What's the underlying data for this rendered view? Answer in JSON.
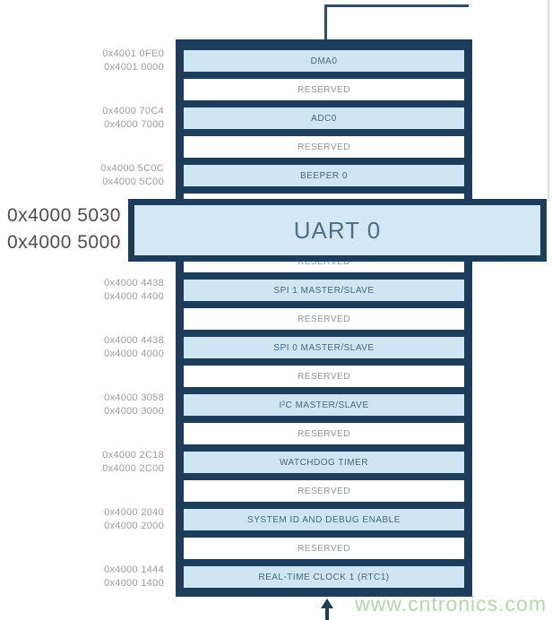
{
  "diagram": {
    "type": "memory-map",
    "colors": {
      "frame": "#1d3d5c",
      "peripheral_fill": "#cee6f2",
      "reserved_fill": "#ffffff",
      "callout_fill": "#d2e8f4",
      "address_text": "#9c9c9c",
      "watermark_green": "#b3d8a9"
    },
    "rows": [
      {
        "type": "peripheral",
        "label": "DMA0",
        "addresses": [
          "0x4001 0FE0",
          "0x4001 0000"
        ]
      },
      {
        "type": "reserved",
        "label": "RESERVED"
      },
      {
        "type": "peripheral",
        "label": "ADC0",
        "addresses": [
          "0x4000 70C4",
          "0x4000 7000"
        ]
      },
      {
        "type": "reserved",
        "label": "RESERVED"
      },
      {
        "type": "peripheral",
        "label": "BEEPER 0",
        "addresses": [
          "0x4000 5C0C",
          "0x4000 5C00"
        ]
      },
      {
        "type": "reserved",
        "label": "RESERVED"
      },
      {
        "type": "peripheral",
        "label": "UART 0"
      },
      {
        "type": "reserved",
        "label": "RESERVED"
      },
      {
        "type": "peripheral",
        "label": "SPI 1 MASTER/SLAVE",
        "addresses": [
          "0x4000 4438",
          "0x4000 4400"
        ]
      },
      {
        "type": "reserved",
        "label": "RESERVED"
      },
      {
        "type": "peripheral",
        "label": "SPI 0 MASTER/SLAVE",
        "addresses": [
          "0x4000 4438",
          "0x4000 4000"
        ]
      },
      {
        "type": "reserved",
        "label": "RESERVED"
      },
      {
        "type": "peripheral",
        "label": "I²C MASTER/SLAVE",
        "addresses": [
          "0x4000 3058",
          "0x4000 3000"
        ]
      },
      {
        "type": "reserved",
        "label": "RESERVED"
      },
      {
        "type": "peripheral",
        "label": "WATCHDOG TIMER",
        "addresses": [
          "0x4000 2C18",
          "0x4000 2C00"
        ]
      },
      {
        "type": "reserved",
        "label": "RESERVED"
      },
      {
        "type": "peripheral",
        "label": "SYSTEM ID AND DEBUG ENABLE",
        "addresses": [
          "0x4000 2040",
          "0x4000 2000"
        ]
      },
      {
        "type": "reserved",
        "label": "RESERVED"
      },
      {
        "type": "peripheral",
        "label": "REAL-TIME CLOCK 1 (RTC1)",
        "addresses": [
          "0x4000 1444",
          "0x4000 1400"
        ]
      }
    ],
    "callout": {
      "label": "UART 0",
      "addresses": [
        "0x4000 5030",
        "0x4000 5000"
      ]
    }
  },
  "watermark": "www.cntronics.com"
}
